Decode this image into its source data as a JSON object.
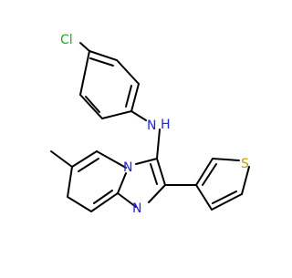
{
  "molecule": {
    "atom_labels": {
      "chlorine": "Cl",
      "amine": "N",
      "amine_hydrogen": "H",
      "ring_nitrogen": "N",
      "imidazole_nitrogen": "N",
      "sulfur": "S"
    },
    "colors": {
      "bond": "#000000",
      "chlorine": "#1fb01f",
      "nitrogen": "#2020ff",
      "sulfur": "#b8a000"
    }
  }
}
